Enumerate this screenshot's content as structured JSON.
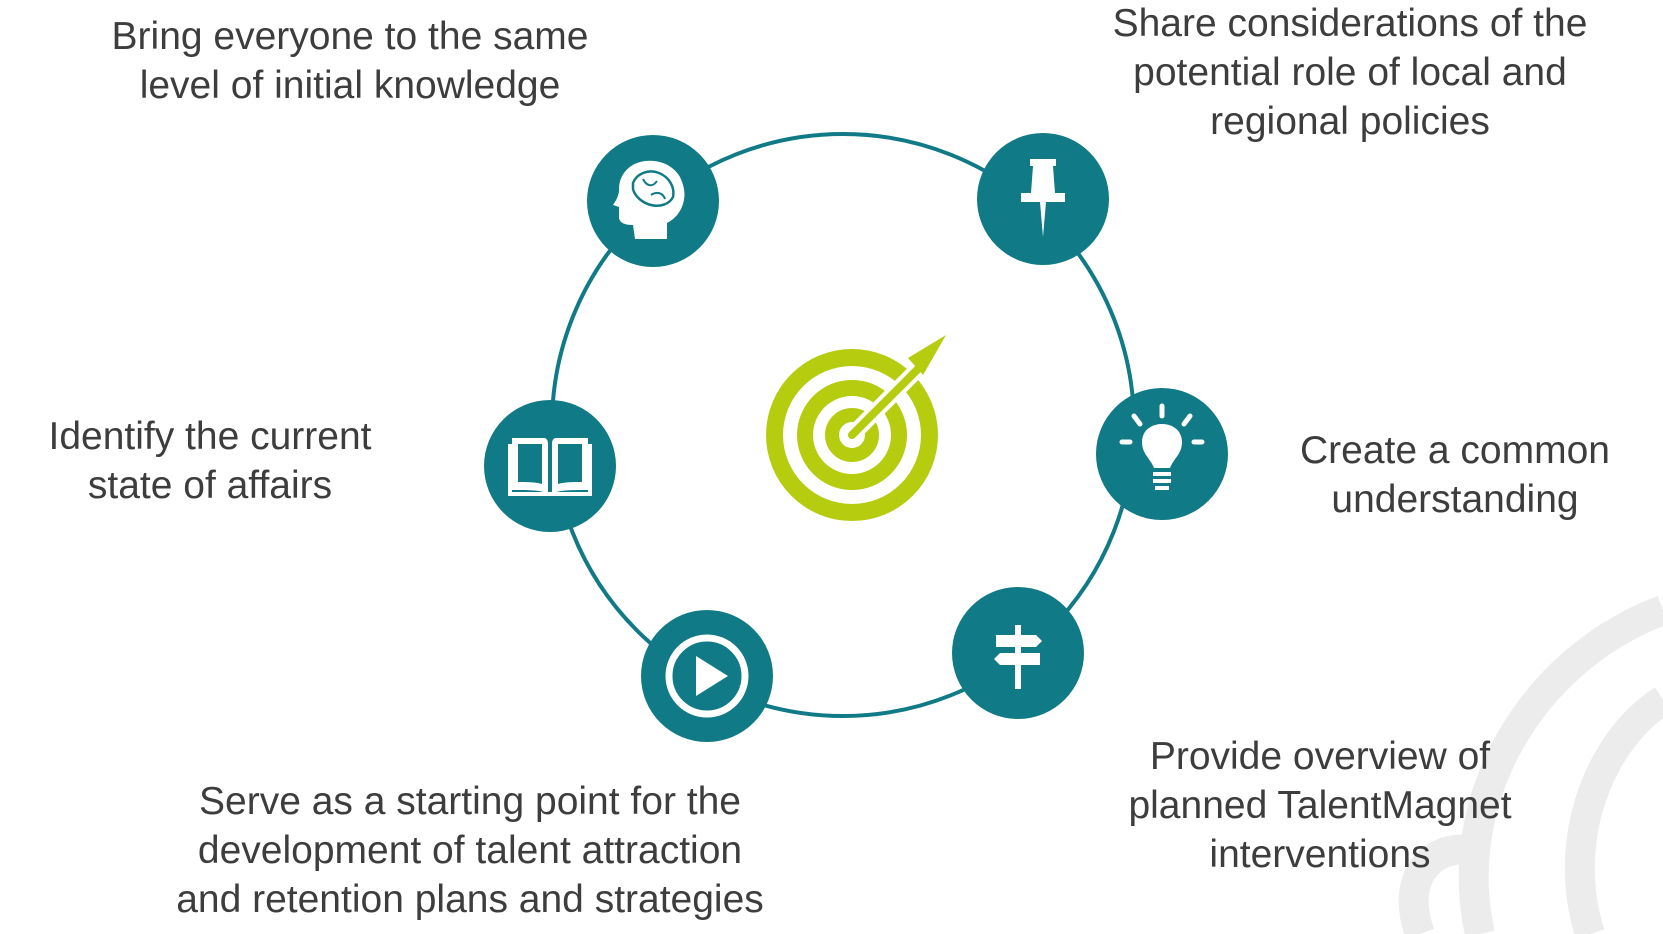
{
  "colors": {
    "teal": "#107a86",
    "lime": "#b5cc0f",
    "text": "#3d3d3d",
    "watermark": "#e9e9e9"
  },
  "center": {
    "icon": "target-arrow-icon"
  },
  "nodes": [
    {
      "id": "knowledge",
      "icon": "brain-head-icon",
      "lines": [
        "Bring everyone to the same",
        "level of initial knowledge"
      ]
    },
    {
      "id": "policies",
      "icon": "pushpin-icon",
      "lines": [
        "Share considerations of the",
        "potential role of local and",
        "regional policies"
      ]
    },
    {
      "id": "common",
      "icon": "lightbulb-icon",
      "lines": [
        "Create a common",
        "understanding"
      ]
    },
    {
      "id": "overview",
      "icon": "signpost-icon",
      "lines": [
        "Provide overview of",
        "planned TalentMagnet",
        "interventions"
      ]
    },
    {
      "id": "serve",
      "icon": "play-circle-icon",
      "lines": [
        "Serve as a starting point for the",
        "development of talent attraction",
        "and retention plans and strategies"
      ]
    },
    {
      "id": "state",
      "icon": "open-book-icon",
      "lines": [
        "Identify the current",
        "state of affairs"
      ]
    }
  ]
}
